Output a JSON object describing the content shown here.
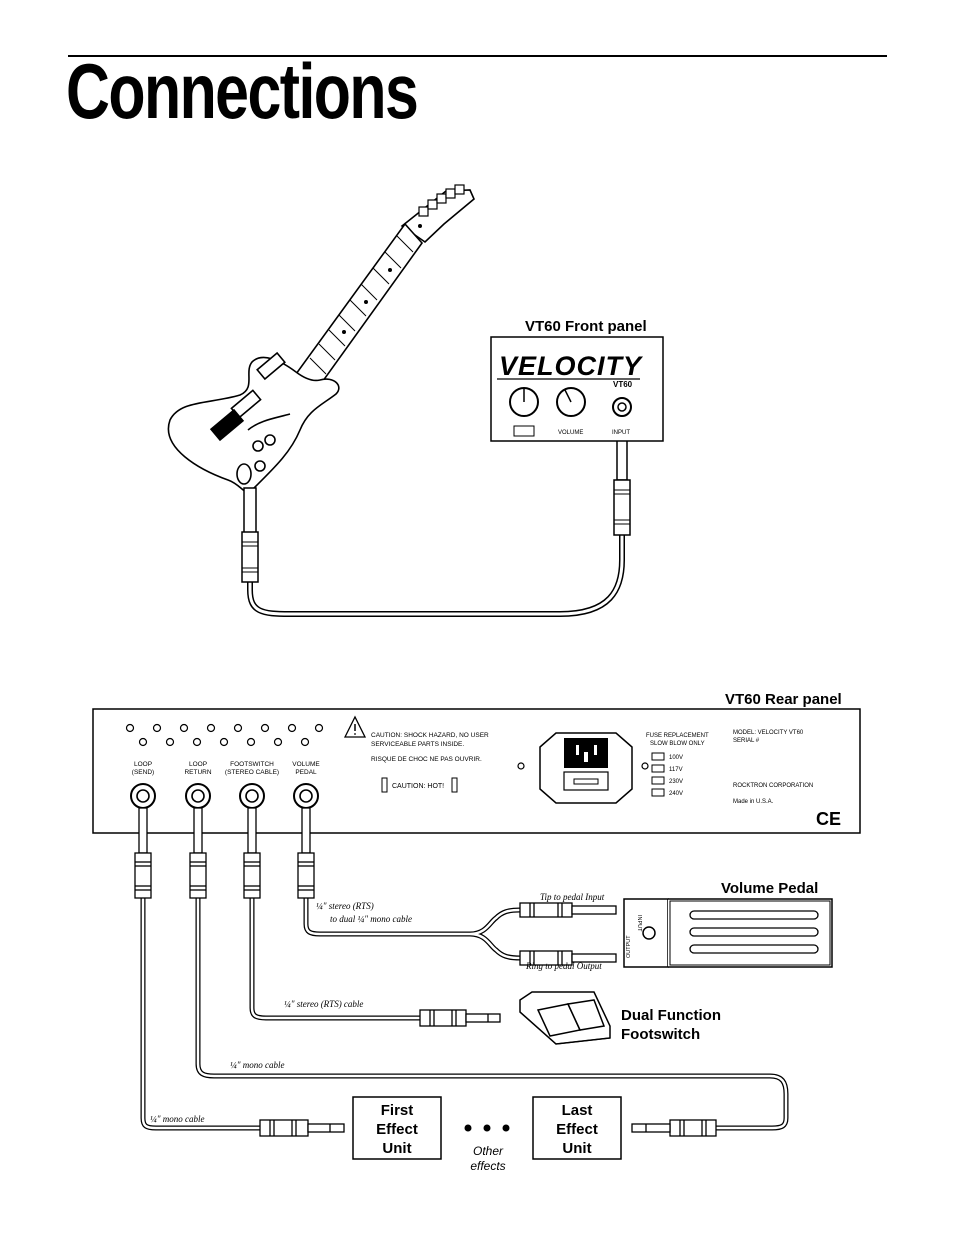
{
  "page": {
    "title": "Connections"
  },
  "front_panel": {
    "label": "VT60 Front panel",
    "brand": "VELOCITY",
    "model": "VT60",
    "knob_labels": [
      "",
      "VOLUME"
    ],
    "input_label": "INPUT"
  },
  "rear_panel": {
    "label": "VT60 Rear panel",
    "caution_text": [
      "CAUTION: SHOCK HAZARD, NO USER",
      "SERVICEABLE PARTS INSIDE."
    ],
    "french_text": "RISQUE DE CHOC NE PAS OUVRIR.",
    "hot_label": "CAUTION: HOT!",
    "fuse_header": [
      "FUSE REPLACEMENT",
      "SLOW BLOW ONLY"
    ],
    "fuse_rows": [
      "100V",
      "117V",
      "230V",
      "240V"
    ],
    "model_info": [
      "MODEL: VELOCITY VT60",
      "SERIAL #",
      "",
      "",
      "ROCKTRON CORPORATION",
      "",
      "Made in U.S.A."
    ],
    "ce_mark": "CE",
    "jacks": [
      {
        "line1": "LOOP",
        "line2": "(SEND)"
      },
      {
        "line1": "LOOP",
        "line2": "RETURN"
      },
      {
        "line1": "FOOTSWITCH",
        "line2": "(STEREO CABLE)"
      },
      {
        "line1": "VOLUME",
        "line2": "PEDAL"
      }
    ]
  },
  "volume_pedal": {
    "label": "Volume Pedal",
    "cable_label": [
      "¼\" stereo (RTS)",
      "to dual ¼\" mono cable"
    ],
    "tip_label": "Tip to pedal Input",
    "ring_label": "Ring to pedal Output",
    "jack_in": "INPUT",
    "jack_out": "OUTPUT"
  },
  "footswitch": {
    "label": [
      "Dual Function",
      "Footswitch"
    ],
    "cable_label": "¼\" stereo (RTS) cable"
  },
  "return_cable_label": "¼\" mono cable",
  "send_cable_label": "¼\" mono cable",
  "effects": {
    "first": [
      "First",
      "Effect",
      "Unit"
    ],
    "last": [
      "Last",
      "Effect",
      "Unit"
    ],
    "other": [
      "Other",
      "effects"
    ]
  }
}
